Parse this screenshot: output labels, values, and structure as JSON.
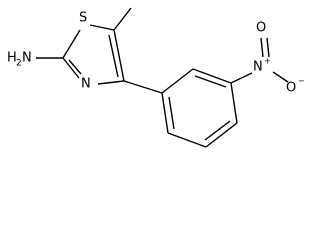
{
  "molecule": {
    "atoms": {
      "sulfur": "S",
      "ring_nitrogen": "N",
      "amine_h": "H",
      "amine_h_count": "2",
      "amine_n": "N",
      "nitro_n": "N",
      "nitro_n_charge": "+",
      "nitro_o_top": "O",
      "nitro_o_right": "O",
      "nitro_o_charge": "−"
    }
  }
}
